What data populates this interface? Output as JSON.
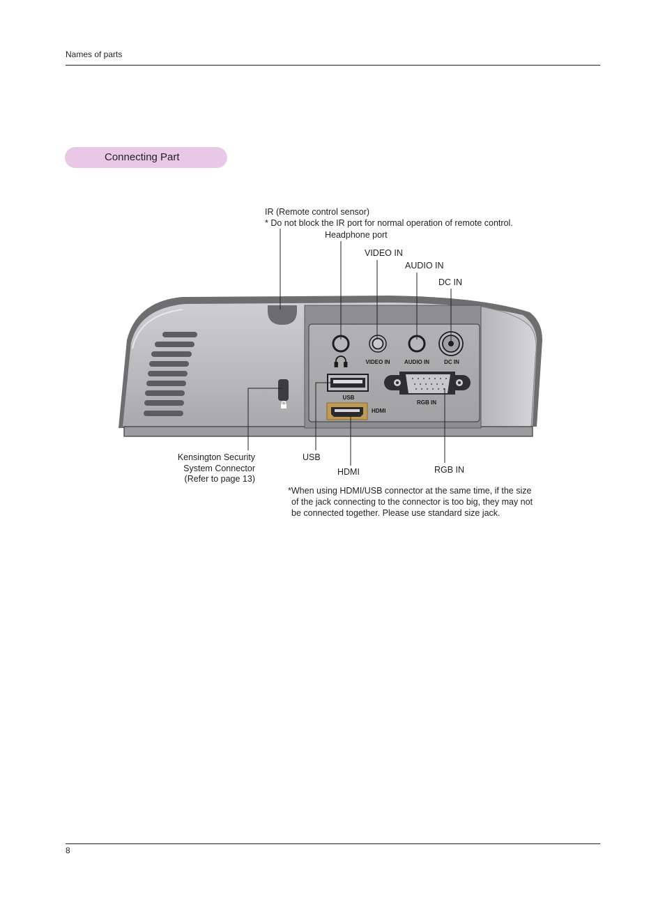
{
  "header": {
    "section_name": "Names of parts"
  },
  "section": {
    "title": "Connecting Part"
  },
  "callouts": {
    "ir_title": "IR (Remote control sensor)",
    "ir_note": "* Do not block the IR port for normal operation of remote control.",
    "headphone": "Headphone port",
    "video_in": "VIDEO IN",
    "audio_in": "AUDIO IN",
    "dc_in": "DC IN",
    "kensington_line1": "Kensington Security",
    "kensington_line2": "System Connector",
    "kensington_line3": "(Refer to page 13)",
    "usb": "USB",
    "hdmi": "HDMI",
    "rgb_in": "RGB IN"
  },
  "panel_labels": {
    "video_in": "VIDEO IN",
    "audio_in": "AUDIO IN",
    "dc_in": "DC IN",
    "usb": "USB",
    "hdmi": "HDMI",
    "rgb_in": "RGB IN"
  },
  "note": {
    "line1": "*When using HDMI/USB connector at the same time, if the size",
    "line2": "of the jack connecting to the connector is too big, they may not",
    "line3": "be connected together. Please use standard size jack."
  },
  "footer": {
    "page_number": "8"
  }
}
